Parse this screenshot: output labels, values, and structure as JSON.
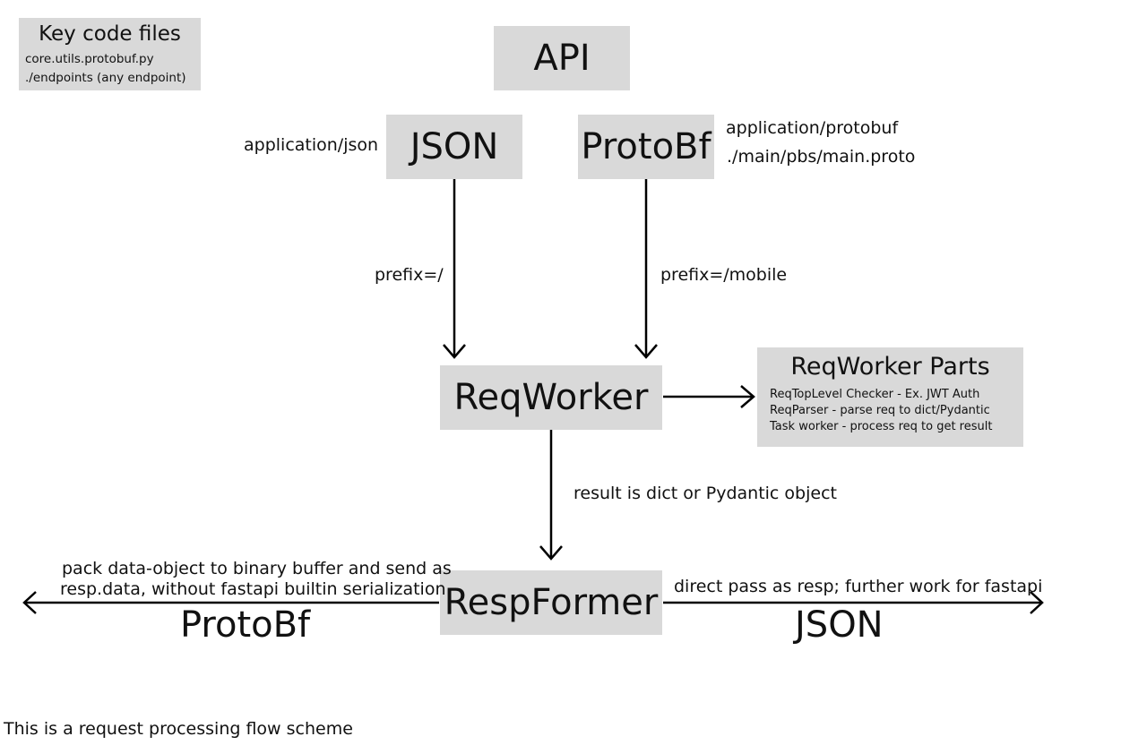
{
  "key_files": {
    "title": "Key code files",
    "lines": [
      "core.utils.protobuf.py",
      "./endpoints (any endpoint)"
    ]
  },
  "api": {
    "label": "API"
  },
  "json_node": {
    "label": "JSON",
    "content_type": "application/json"
  },
  "protobuf_node": {
    "label": "ProtoBf",
    "content_type": "application/protobuf",
    "proto_path": "./main/pbs/main.proto"
  },
  "edges": {
    "json_prefix": "prefix=/",
    "mobile_prefix": "prefix=/mobile",
    "result": "result is dict or Pydantic object",
    "protobuf_out": "pack data-object to binary buffer and send as",
    "protobuf_out_2": "resp.data, without fastapi builtin serialization",
    "json_out": "direct pass as resp; further work for fastapi"
  },
  "reqworker": {
    "label": "ReqWorker"
  },
  "reqworker_parts": {
    "title": "ReqWorker Parts",
    "items": [
      "ReqTopLevel Checker - Ex. JWT Auth",
      "ReqParser - parse req to dict/Pydantic",
      "Task worker - process req to get result"
    ]
  },
  "respformer": {
    "label": "RespFormer"
  },
  "outputs": {
    "left": "ProtoBf",
    "right": "JSON"
  },
  "caption": "This is a request processing flow scheme",
  "colors": {
    "box": "#d9d9d9",
    "line": "#000000"
  }
}
